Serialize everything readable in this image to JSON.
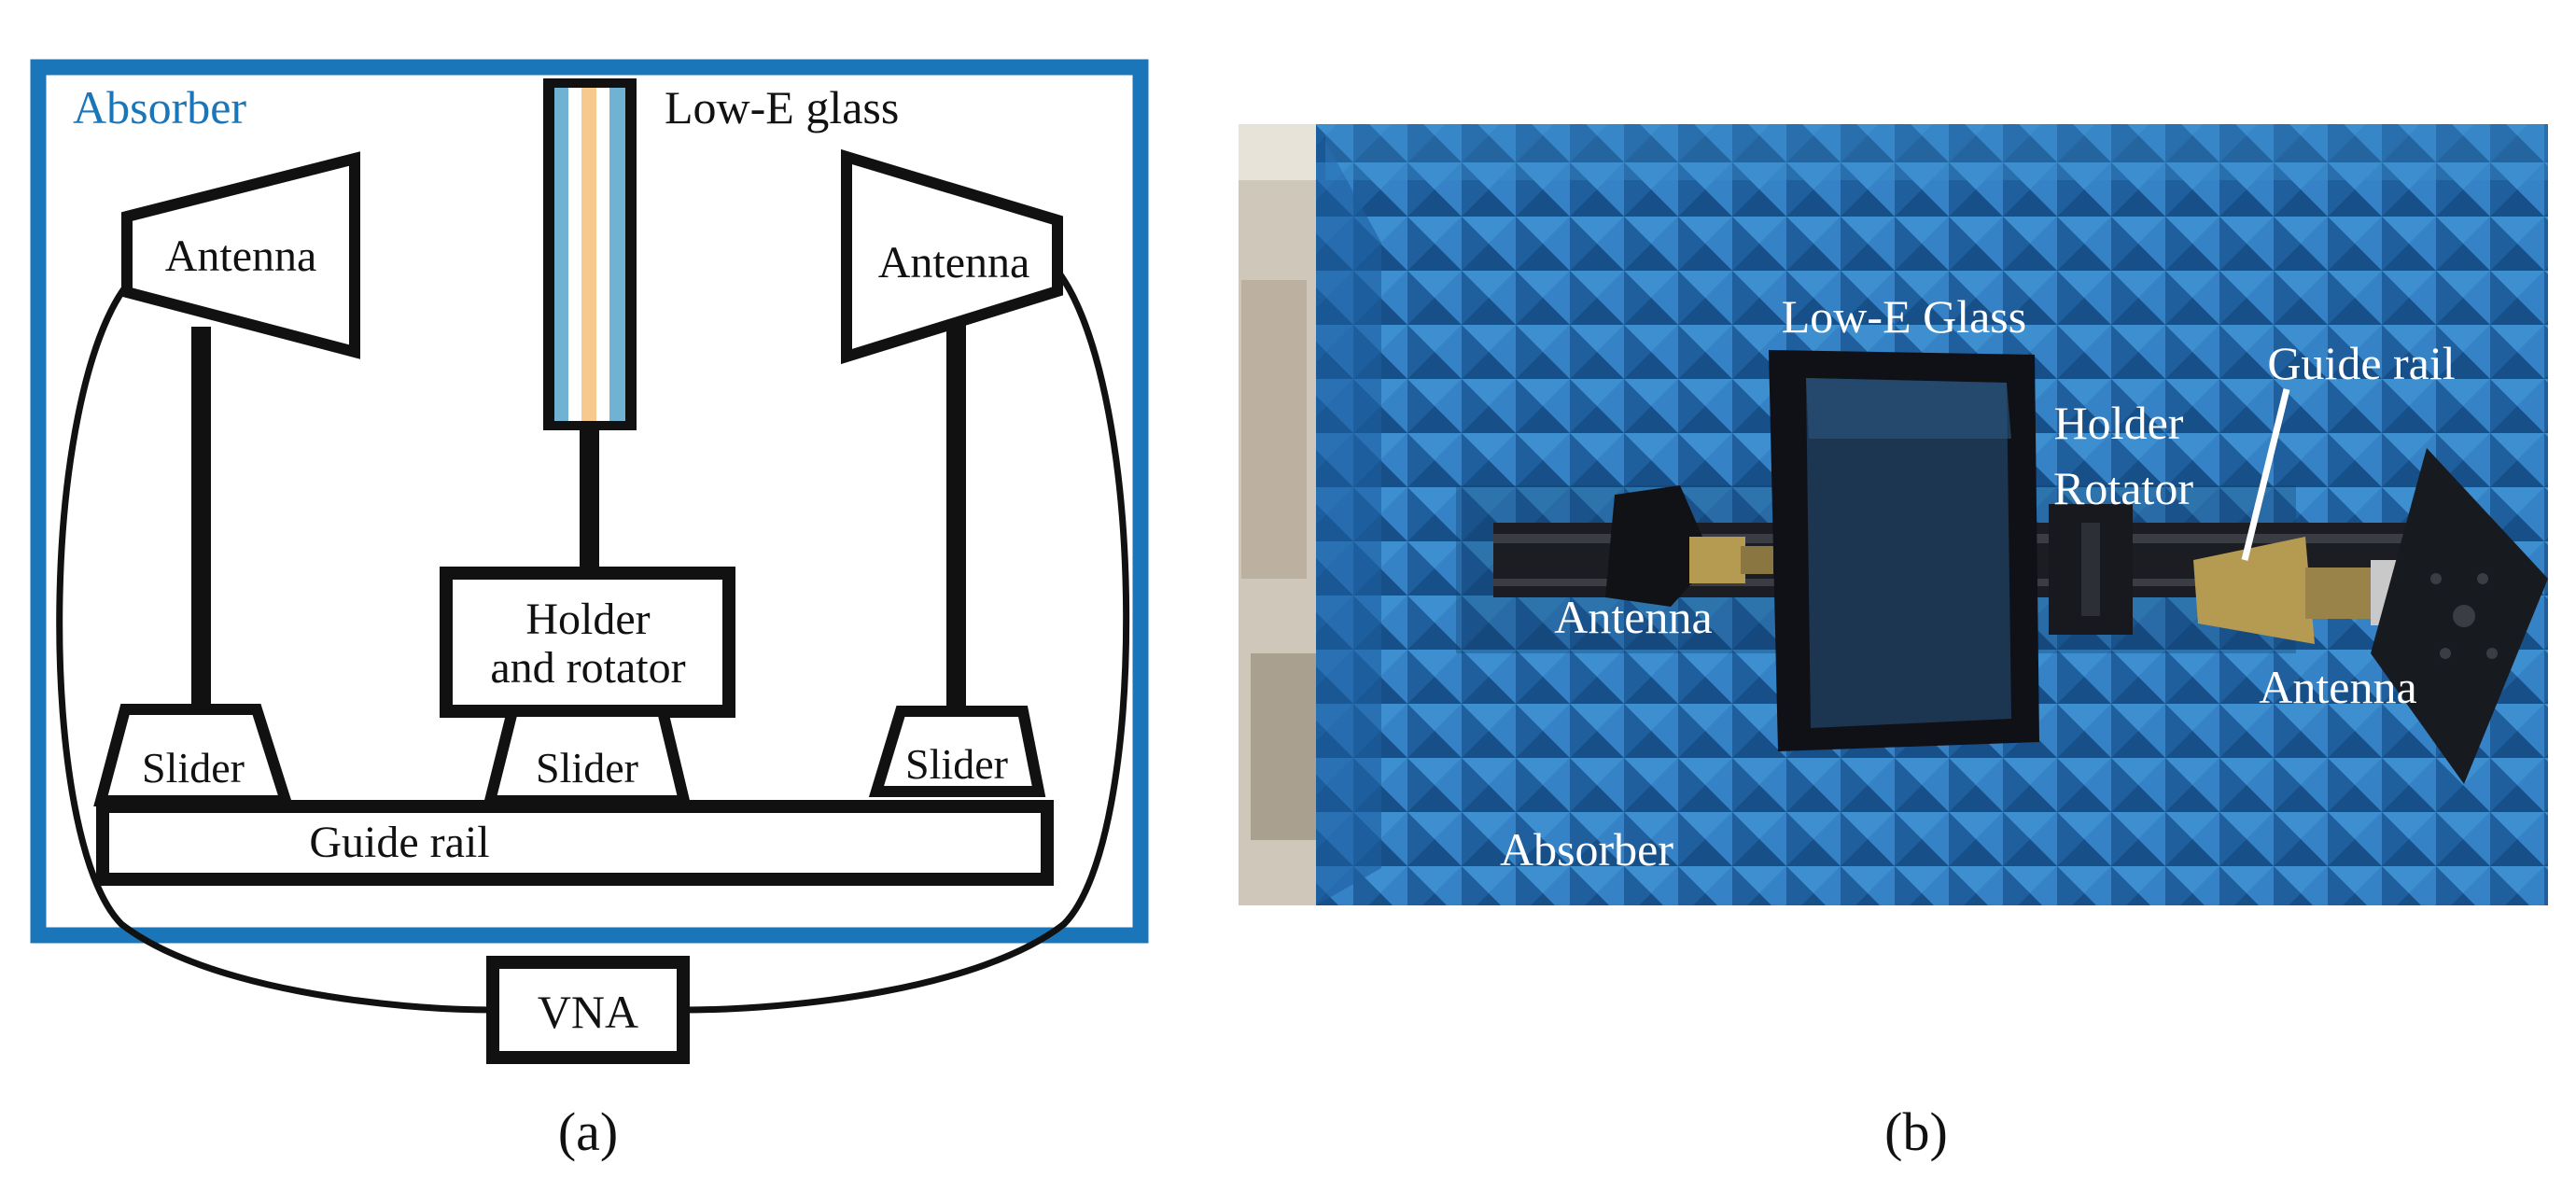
{
  "panel_a": {
    "absorber_label": "Absorber",
    "glass_label": "Low-E glass",
    "antenna_left_label": "Antenna",
    "antenna_right_label": "Antenna",
    "holder_line1": "Holder",
    "holder_line2": "and rotator",
    "slider_left_label": "Slider",
    "slider_mid_label": "Slider",
    "slider_right_label": "Slider",
    "guide_rail_label": "Guide rail",
    "vna_label": "VNA",
    "caption": "(a)",
    "absorber_color": "#1a75b9",
    "glass_stripe_colors": [
      "#6fb2d2",
      "#f7c98f",
      "#ffffff",
      "#f7c98f",
      "#6fb2d2"
    ]
  },
  "panel_b": {
    "low_e_glass_label": "Low-E Glass",
    "guide_rail_label": "Guide rail",
    "holder_label": "Holder",
    "rotator_label": "Rotator",
    "antenna_left_label": "Antenna",
    "antenna_right_label": "Antenna",
    "absorber_label": "Absorber",
    "caption": "(b)",
    "absorber_color": "#2f78b8"
  }
}
